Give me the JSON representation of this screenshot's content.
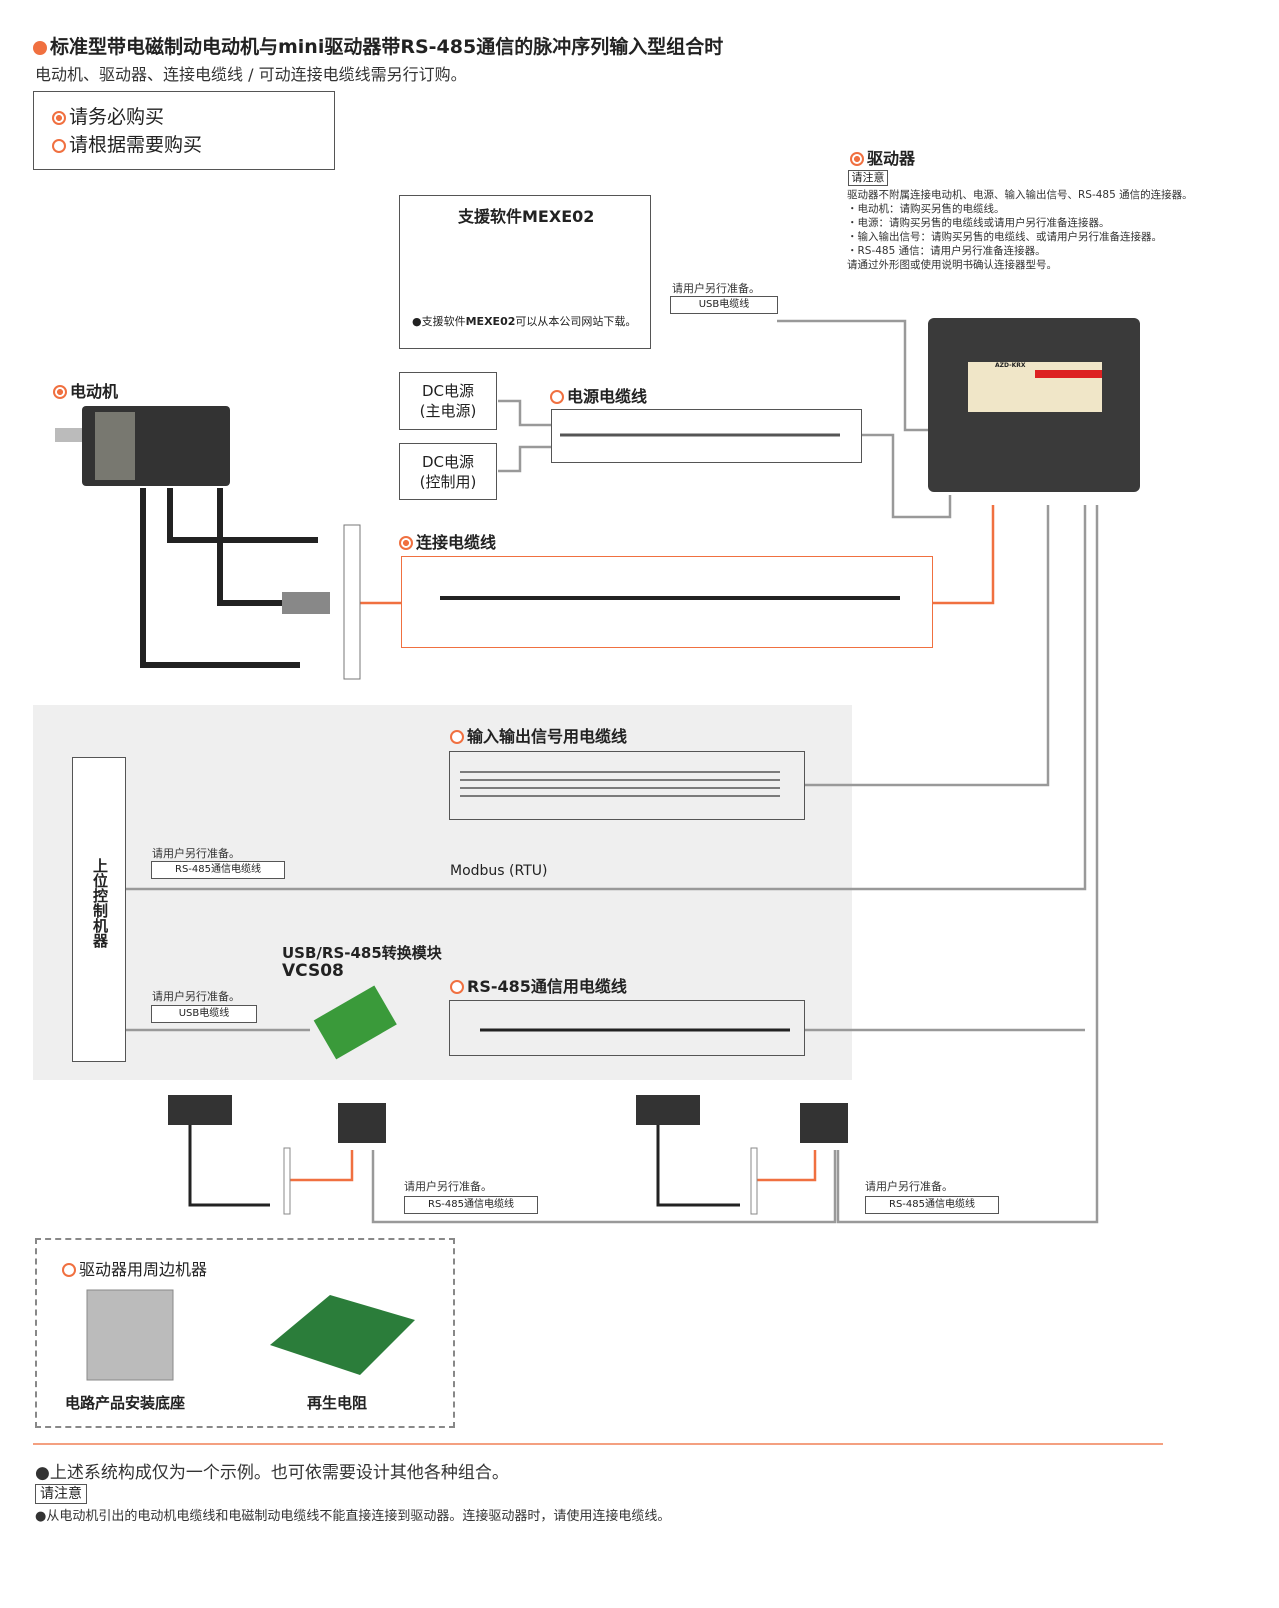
{
  "header": {
    "title": "标准型带电磁制动电动机与mini驱动器带RS-485通信的脉冲序列输入型组合时",
    "subtitle": "电动机、驱动器、连接电缆线 / 可动连接电缆线需另行订购。"
  },
  "legend": {
    "required": "请务必购买",
    "optional": "请根据需要购买"
  },
  "driver": {
    "label": "驱动器",
    "notice": "请注意",
    "notes": [
      "驱动器不附属连接电动机、电源、输入输出信号、RS-485 通信的连接器。",
      "・电动机：请购买另售的电缆线。",
      "・电源：请购买另售的电缆线或请用户另行准备连接器。",
      "・输入输出信号：请购买另售的电缆线、或请用户另行准备连接器。",
      "・RS-485 通信：请用户另行准备连接器。",
      "请通过外形图或使用说明书确认连接器型号。"
    ],
    "model": "AZD-KRX"
  },
  "software": {
    "title": "支援软件MEXE02",
    "note_prefix": "●支援软件",
    "note_bold": "MEXE02",
    "note_suffix": "可以从本公司网站下载。"
  },
  "usb_cable": {
    "note": "请用户另行准备。",
    "label": "USB电缆线"
  },
  "motor": {
    "label": "电动机"
  },
  "dc_main": {
    "line1": "DC电源",
    "line2": "(主电源)"
  },
  "dc_ctrl": {
    "line1": "DC电源",
    "line2": "(控制用)"
  },
  "power_cable": {
    "label": "电源电缆线"
  },
  "connection_cable": {
    "label": "连接电缆线"
  },
  "io_cable": {
    "label": "输入输出信号用电缆线"
  },
  "host": {
    "label": "上位控制机器"
  },
  "rs485_link": {
    "note": "请用户另行准备。",
    "label": "RS-485通信电缆线",
    "protocol": "Modbus (RTU)"
  },
  "converter": {
    "title": "USB/RS-485转换模块",
    "model": "VCS08",
    "note": "请用户另行准备。",
    "usb_label": "USB电缆线"
  },
  "rs485_cable": {
    "label": "RS-485通信用电缆线"
  },
  "chain": [
    {
      "note": "请用户另行准备。",
      "label": "RS-485通信电缆线"
    },
    {
      "note": "请用户另行准备。",
      "label": "RS-485通信电缆线"
    }
  ],
  "peripherals": {
    "label": "驱动器用周边机器",
    "items": [
      "电路产品安装底座",
      "再生电阻"
    ]
  },
  "footer": {
    "note": "●上述系统构成仅为一个示例。也可依需要设计其他各种组合。",
    "notice": "请注意",
    "warning": "●从电动机引出的电动机电缆线和电磁制动电缆线不能直接连接到驱动器。连接驱动器时，请使用连接电缆线。"
  },
  "colors": {
    "accent": "#f07040",
    "line": "#999999",
    "panel": "#efefef"
  }
}
